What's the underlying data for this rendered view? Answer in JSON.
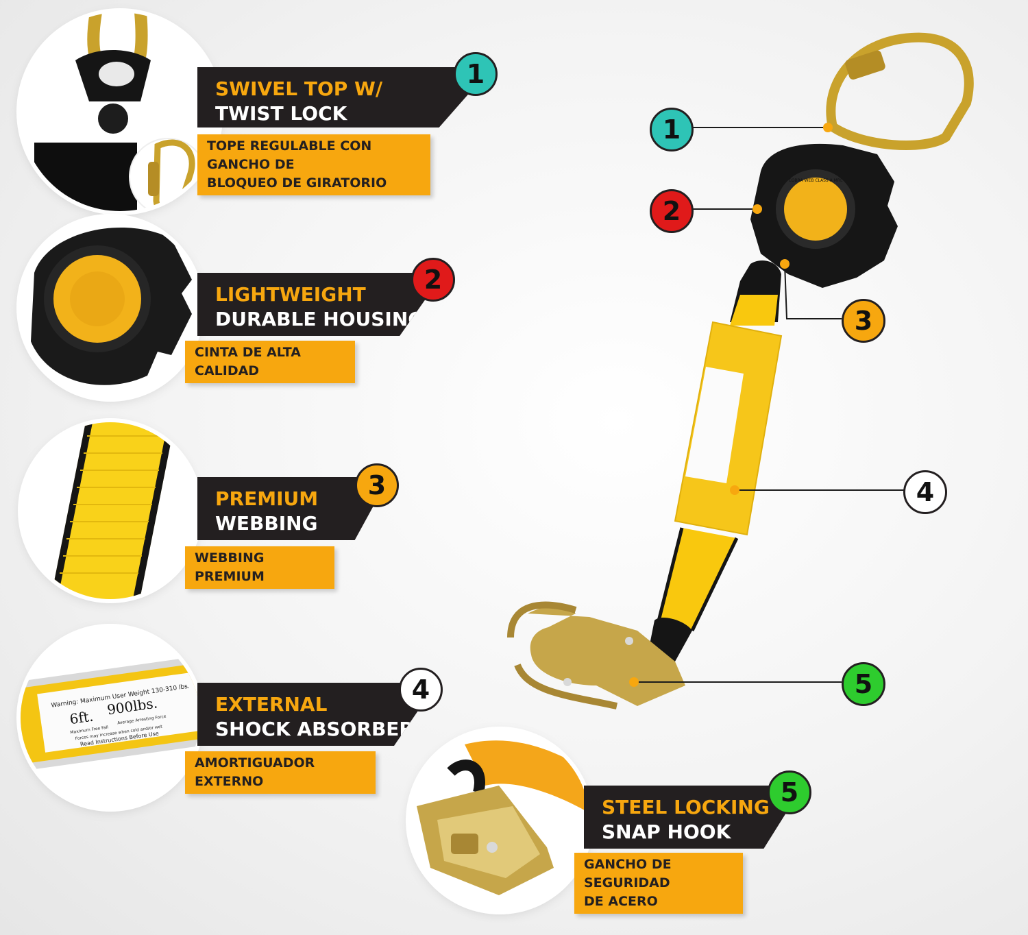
{
  "features": [
    {
      "number": "1",
      "title_line1": "SWIVEL TOP W/",
      "title_line2": "TWIST LOCK CARABINER",
      "subtitle_line1": "TOPE REGULABLE CON GANCHO DE",
      "subtitle_line2": "BLOQUEO DE GIRATORIO",
      "badge_color": "#2ec4b6"
    },
    {
      "number": "2",
      "title_line1": "LIGHTWEIGHT",
      "title_line2": "DURABLE HOUSING",
      "subtitle_line1": "CINTA DE ALTA CALIDAD",
      "subtitle_line2": "",
      "badge_color": "#e01a1a"
    },
    {
      "number": "3",
      "title_line1": "PREMIUM",
      "title_line2": "WEBBING",
      "subtitle_line1": "WEBBING PREMIUM",
      "subtitle_line2": "",
      "badge_color": "#f7a70f"
    },
    {
      "number": "4",
      "title_line1": "EXTERNAL",
      "title_line2": "SHOCK ABSORBER",
      "subtitle_line1": "AMORTIGUADOR EXTERNO",
      "subtitle_line2": "",
      "badge_color": "#ffffff"
    },
    {
      "number": "5",
      "title_line1": "STEEL LOCKING",
      "title_line2": "SNAP HOOK",
      "subtitle_line1": "GANCHO DE SEGURIDAD",
      "subtitle_line2": "DE ACERO",
      "badge_color": "#2ecc2e"
    }
  ],
  "label": {
    "warning": "Warning: Maximum User Weight 130-310 lbs.",
    "size": "6ft.",
    "force": "900lbs.",
    "free_fall": "Maximum Free Fall",
    "arresting": "Average Arresting Force",
    "forces_note": "Forces may increase when cold and/or wet",
    "read": "Read Instructions Before Use",
    "housing_text": "COBRA WEB CLASS A MRL"
  },
  "colors": {
    "dark": "#231f20",
    "accent": "#f7a70f",
    "webbing": "#f9c80e"
  }
}
